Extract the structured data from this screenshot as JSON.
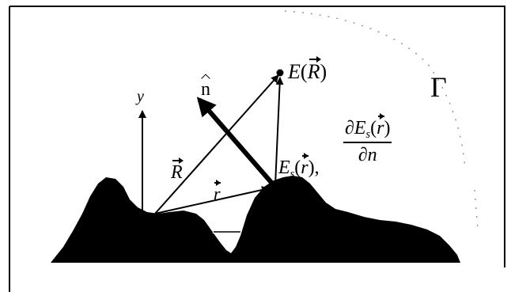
{
  "labels": {
    "y_axis": "y",
    "normal": "n",
    "field_point": "E(R)",
    "field_point_fn": "E",
    "vec_R": "R",
    "vec_r": "r",
    "surface_field": "E",
    "surface_field_sub": "s",
    "surface_field_arg": "r",
    "derivative_num_d": "∂E",
    "derivative_num_sub": "s",
    "derivative_num_arg": "r",
    "derivative_den": "∂n",
    "contour": "Γ"
  },
  "colors": {
    "ink": "#000000",
    "background": "#ffffff",
    "frame": "#000000"
  }
}
